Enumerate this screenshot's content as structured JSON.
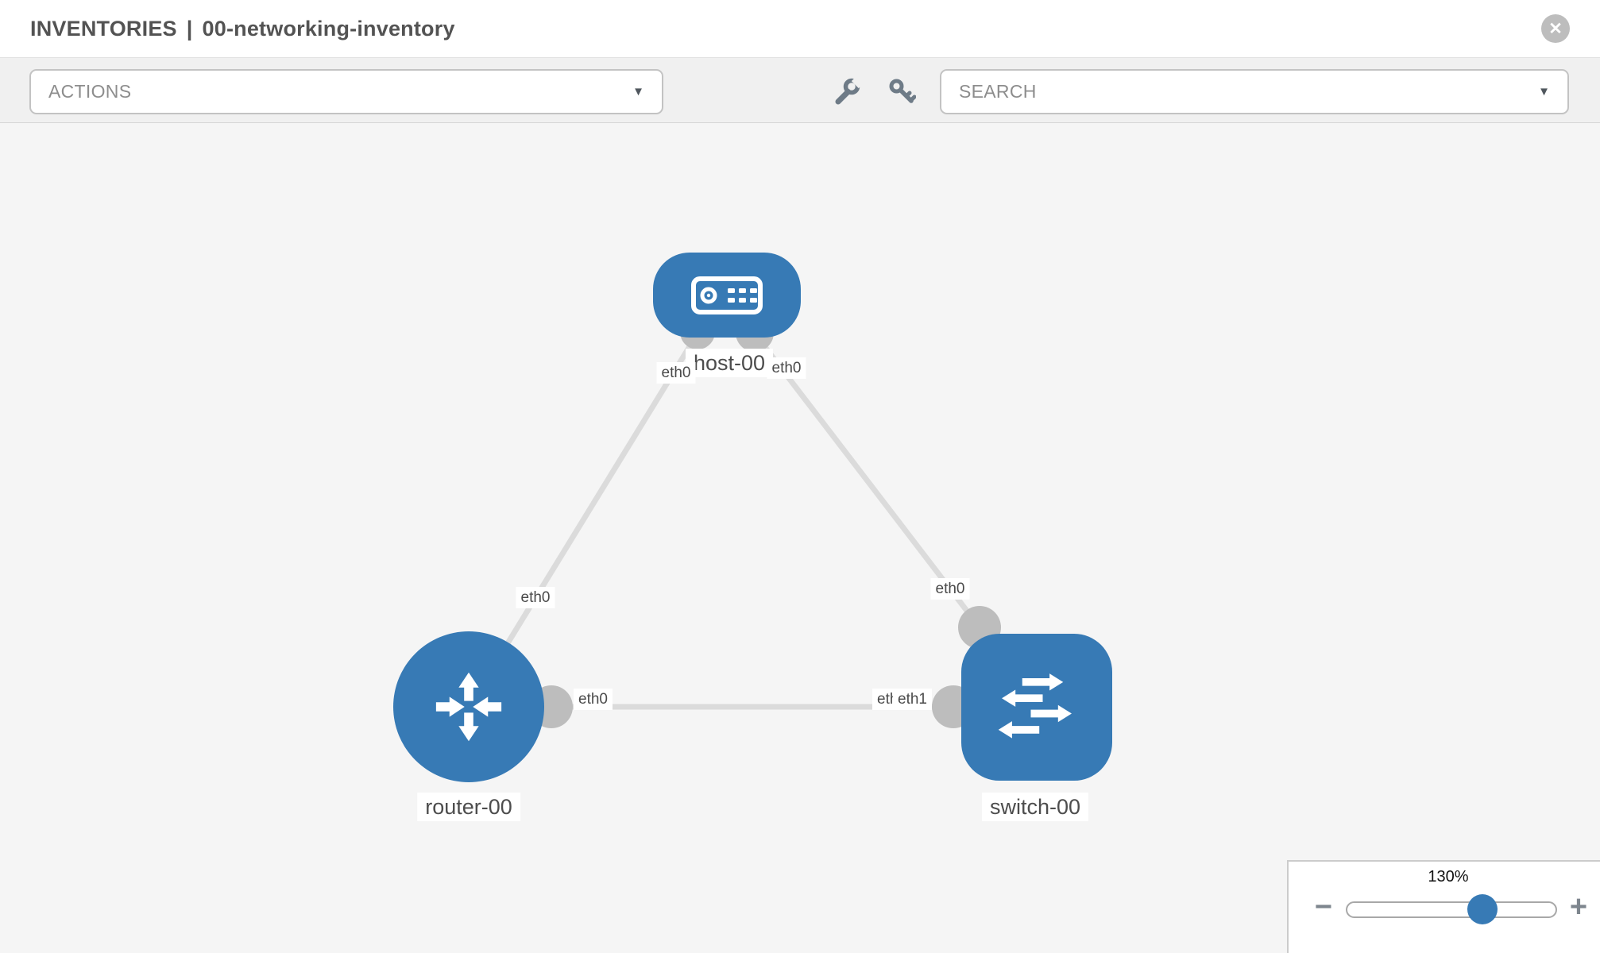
{
  "header": {
    "section": "INVENTORIES",
    "separator": "|",
    "inventory_name": "00-networking-inventory"
  },
  "toolbar": {
    "actions_label": "ACTIONS",
    "search_placeholder": "SEARCH"
  },
  "icons": {
    "close": "✕",
    "caret_down": "▼",
    "minus": "−",
    "plus": "+",
    "wrench": "wrench-icon",
    "key": "key-icon"
  },
  "topology": {
    "nodes": [
      {
        "label": "host-00",
        "type": "host"
      },
      {
        "label": "router-00",
        "type": "router"
      },
      {
        "label": "switch-00",
        "type": "switch"
      }
    ],
    "links": [
      {
        "from": "host-00",
        "to": "router-00",
        "from_interface": "eth0",
        "to_interface": "eth0"
      },
      {
        "from": "host-00",
        "to": "switch-00",
        "from_interface": "eth0",
        "to_interface": "eth0"
      },
      {
        "from": "router-00",
        "to": "switch-00",
        "from_interface": "eth0",
        "to_interface": "eth1"
      }
    ],
    "overlapped_interface_label": "eth0"
  },
  "zoom_control": {
    "percent": "130%"
  },
  "colors": {
    "node_blue": "#377ab5",
    "link_gray": "#dbdbdb",
    "interface_gray": "#bdbdbd",
    "canvas_bg": "#f5f5f5",
    "toolbar_bg": "#f0f0f0"
  }
}
